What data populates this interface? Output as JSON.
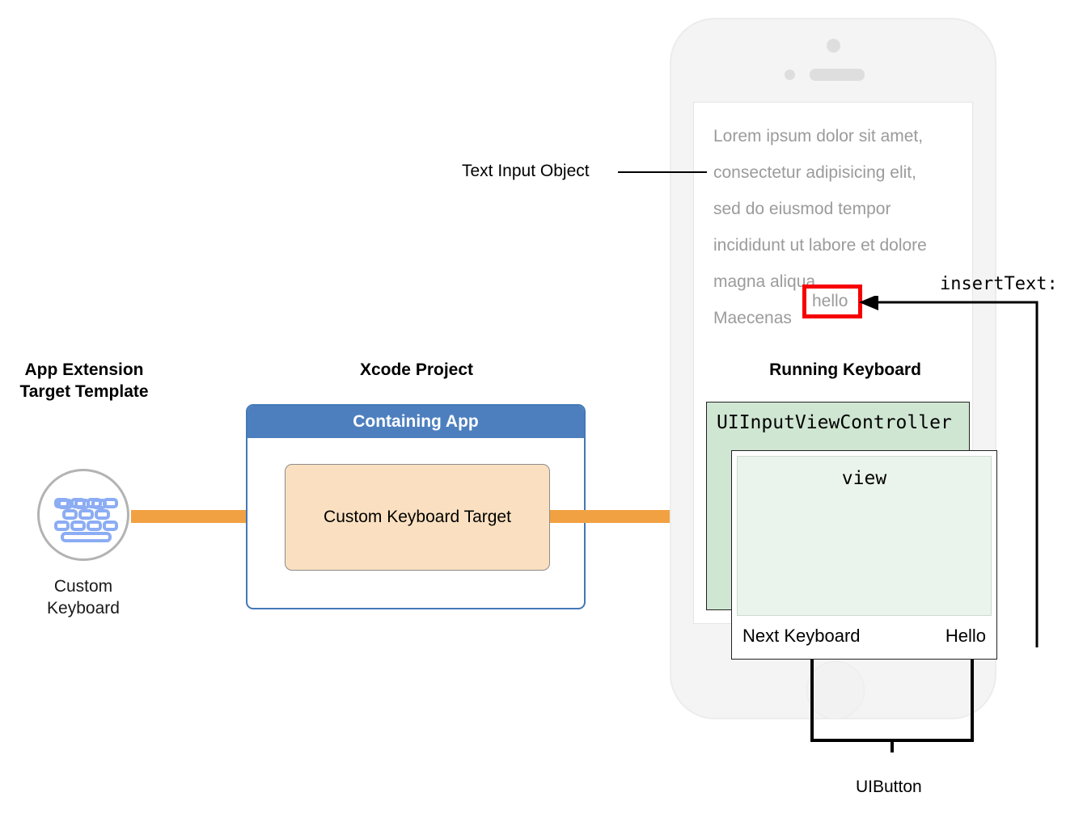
{
  "sections": {
    "app_extension": {
      "title": "App Extension\nTarget Template"
    },
    "xcode": {
      "title": "Xcode Project"
    },
    "running": {
      "title": "Running Keyboard"
    }
  },
  "extension": {
    "icon": "keyboard-icon",
    "caption": "Custom\nKeyboard"
  },
  "xcode_project": {
    "containing_app_label": "Containing App",
    "target_label": "Custom Keyboard Target"
  },
  "phone": {
    "screen_text_lines": [
      "Lorem ipsum dolor sit amet,",
      "consectetur adipisicing elit,",
      "sed do eiusmod tempor",
      "incididunt ut labore et dolore",
      "magna aliqua.",
      "Maecenas"
    ],
    "inserted_word": "hello"
  },
  "keyboard": {
    "controller_label": "UIInputViewController",
    "view_label": "view",
    "buttons": [
      {
        "label": "Next Keyboard"
      },
      {
        "label": "Hello"
      }
    ]
  },
  "callouts": {
    "text_input_object": "Text Input Object",
    "insert_text": "insertText:",
    "uibutton": "UIButton"
  },
  "colors": {
    "accent_orange": "#f2a142",
    "containing_app_blue": "#4d7fbf",
    "target_peach": "#fae0c0",
    "controller_green": "#cfe6d2",
    "view_green": "#ebf4ec",
    "highlight_red": "#f60000",
    "icon_blue": "#8cadf4",
    "phone_gray": "#f4f4f4",
    "screen_text_gray": "#9b9b9b"
  }
}
